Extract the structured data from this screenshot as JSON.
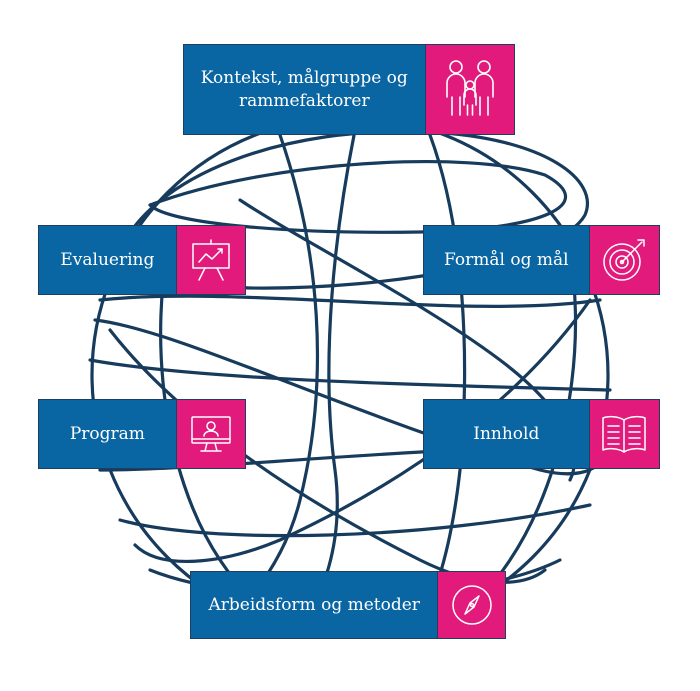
{
  "colors": {
    "box_fill": "#0a66a3",
    "icon_fill": "#e11a7c",
    "line": "#173b5c",
    "text": "#ffffff"
  },
  "nodes": [
    {
      "id": "kontekst",
      "label": "Kontekst, målgruppe og rammefaktorer",
      "icon": "family-icon"
    },
    {
      "id": "evaluering",
      "label": "Evaluering",
      "icon": "presentation-chart-icon"
    },
    {
      "id": "formal",
      "label": "Formål og mål",
      "icon": "target-icon"
    },
    {
      "id": "program",
      "label": "Program",
      "icon": "monitor-user-icon"
    },
    {
      "id": "innhold",
      "label": "Innhold",
      "icon": "open-book-icon"
    },
    {
      "id": "arbeidsform",
      "label": "Arbeidsform og metoder",
      "icon": "compass-icon"
    }
  ]
}
